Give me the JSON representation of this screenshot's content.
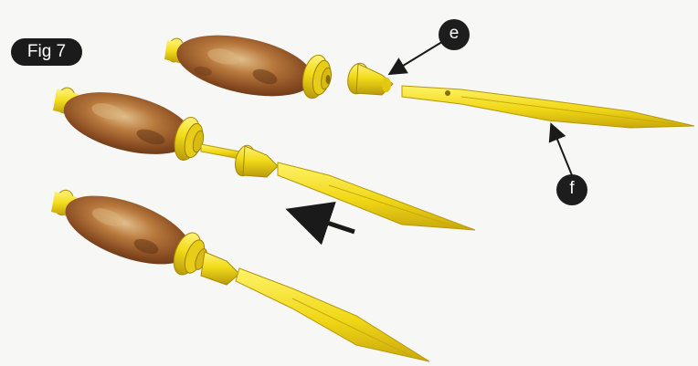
{
  "figure_label": "Fig 7",
  "callouts": {
    "e": "e",
    "f": "f"
  },
  "colors": {
    "brass": "#f2dc1a",
    "brass_dark": "#c9a80c",
    "wood": "#a0622c",
    "wood_dark": "#6b3a18",
    "wood_light": "#d9b585",
    "badge_bg": "#1b1b1b",
    "arrow": "#1a1a1a"
  },
  "parts": [
    "handle",
    "ferrule",
    "bolster",
    "blade"
  ]
}
